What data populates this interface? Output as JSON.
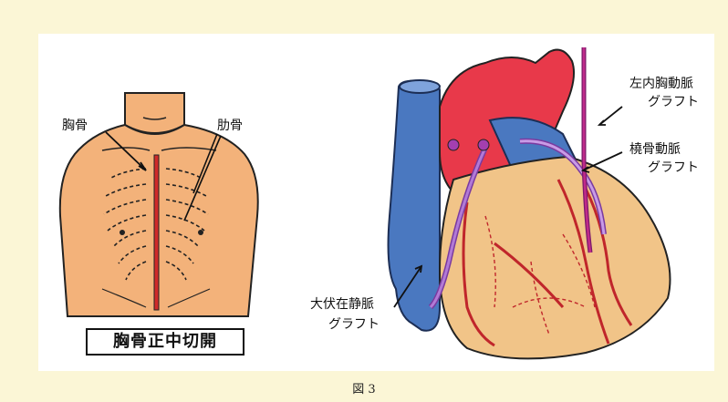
{
  "left_figure": {
    "label_sternum": "胸骨",
    "label_ribs": "肋骨",
    "caption": "胸骨正中切開"
  },
  "right_figure": {
    "label_lita_graft_line1": "左内胸動脈",
    "label_lita_graft_line2": "グラフト",
    "label_radial_graft_line1": "橈骨動脈",
    "label_radial_graft_line2": "グラフト",
    "label_svg_graft_line1": "大伏在静脈",
    "label_svg_graft_line2": "グラフト"
  },
  "figure_caption": "図 3",
  "colors": {
    "background": "#fbf6d6",
    "skin": "#f3b27a",
    "aorta": "#e8394a",
    "vein": "#4a78c0",
    "heart": "#f1c488",
    "graft_purple": "#9b55c0",
    "artery_red": "#c0262b"
  }
}
